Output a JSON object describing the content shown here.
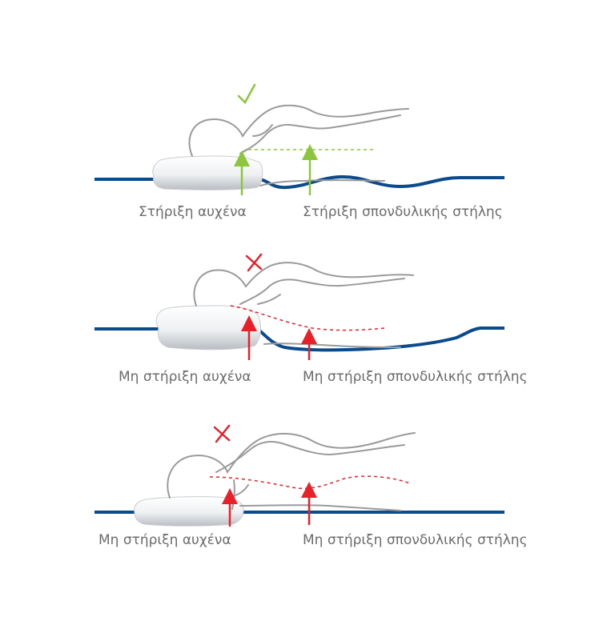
{
  "colors": {
    "mattress": "#0b4a8b",
    "ok": "#8cc63f",
    "bad": "#e8202a",
    "silhouette": "#9a9a9a",
    "label": "#6b6b6b"
  },
  "panels": [
    {
      "status": "supported",
      "status_icon": "checkmark-icon",
      "neck_label": "Στήριξη αυχένα",
      "spine_label": "Στήριξη σπονδυλικής στήλης"
    },
    {
      "status": "unsupported",
      "status_icon": "cross-icon",
      "neck_label": "Μη στήριξη αυχένα",
      "spine_label": "Μη στήριξη σπονδυλικής στήλης"
    },
    {
      "status": "unsupported",
      "status_icon": "cross-icon",
      "neck_label": "Μη στήριξη αυχένα",
      "spine_label": "Μη στήριξη σπονδυλικής στήλης"
    }
  ]
}
